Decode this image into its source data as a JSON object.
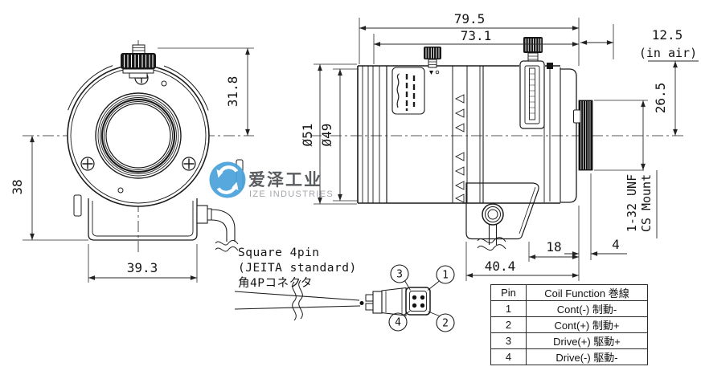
{
  "watermark": {
    "brand_cn": "爱泽工业",
    "brand_en": "IZE INDUSTRIES",
    "logo_color": "#4BA2DB"
  },
  "front_view": {
    "dim_top": "31.8",
    "dim_bottom": "38",
    "dim_width": "39.3"
  },
  "side_view": {
    "dim_total": "79.5",
    "dim_body": "73.1",
    "dim_back_focus": "12.5",
    "dim_back_focus_note": "(in air)",
    "dim_image_height": "26.5",
    "dim_dia_outer": "Ø51",
    "dim_dia_inner": "Ø49",
    "mount_line1": "1-32 UNF",
    "mount_line2": "CS Mount",
    "dim_foot_offset": "40.4",
    "dim_rear_offset": "18",
    "dim_thread_len": "4"
  },
  "connector": {
    "label_line1": "Square 4pin",
    "label_line2": "(JEITA standard)",
    "label_line3": "角4Pコネクタ",
    "pin_top_left": "3",
    "pin_top_right": "1",
    "pin_bottom_left": "4",
    "pin_bottom_right": "2"
  },
  "pin_table": {
    "headers": [
      "Pin",
      "Coil Function 巻線"
    ],
    "rows": [
      [
        "1",
        "Cont(-) 制動-"
      ],
      [
        "2",
        "Cont(+) 制動+"
      ],
      [
        "3",
        "Drive(+) 駆動+"
      ],
      [
        "4",
        "Drive(-) 駆動-"
      ]
    ]
  }
}
